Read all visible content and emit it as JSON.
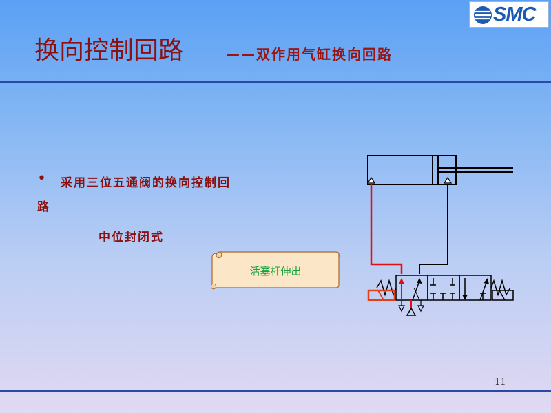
{
  "logo": {
    "text": "SMC"
  },
  "slide": {
    "title": "换向控制回路",
    "subtitle": "——双作用气缸换向回路",
    "bullet_symbol": "•",
    "bullet_line1": "采用三位五通阀的换向控制回",
    "bullet_line2": "路",
    "sub_item": "中位封闭式",
    "callout": "活塞杆伸出",
    "page_number": "11"
  },
  "colors": {
    "title": "#8c1010",
    "divider": "#2b48a8",
    "callout_text": "#17a23a",
    "active_line": "#e01010",
    "logo_blue": "#1c5bb3"
  }
}
